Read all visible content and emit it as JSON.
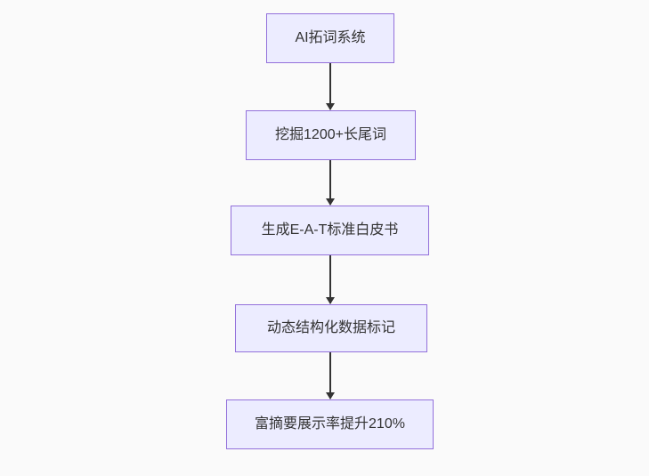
{
  "diagram": {
    "type": "flowchart-top-down",
    "nodes": [
      {
        "id": "A",
        "label": "AI拓词系统"
      },
      {
        "id": "B",
        "label": "挖掘1200+长尾词"
      },
      {
        "id": "C",
        "label": "生成E-A-T标准白皮书"
      },
      {
        "id": "D",
        "label": "动态结构化数据标记"
      },
      {
        "id": "E",
        "label": "富摘要展示率提升210%"
      }
    ],
    "edges": [
      {
        "from": "A",
        "to": "B",
        "style": "arrow-down"
      },
      {
        "from": "B",
        "to": "C",
        "style": "arrow-down"
      },
      {
        "from": "C",
        "to": "D",
        "style": "arrow-down"
      },
      {
        "from": "D",
        "to": "E",
        "style": "arrow-down"
      }
    ],
    "colors": {
      "node_fill": "#ececff",
      "node_border": "#9370db",
      "node_text": "#333333",
      "arrow": "#333333",
      "background": "#fafafa"
    }
  }
}
